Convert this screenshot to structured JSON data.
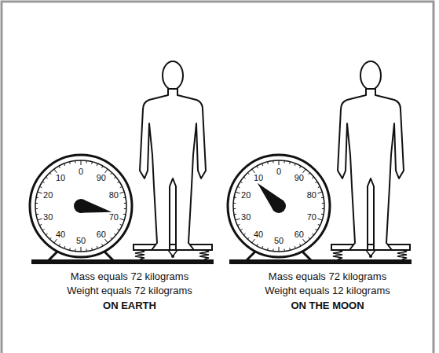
{
  "diagram": {
    "labels": [
      "0",
      "10",
      "20",
      "30",
      "40",
      "50",
      "60",
      "70",
      "80",
      "90",
      "0",
      "10",
      "20",
      "30",
      "40",
      "50",
      "60",
      "70",
      "80",
      "90",
      "Mass equals 72 kilograms",
      "Weight equals 72 kilograms",
      "ON EARTH",
      "Mass equals 72 kilograms",
      "Weight equals 12 kilograms",
      "ON THE MOON"
    ]
  }
}
